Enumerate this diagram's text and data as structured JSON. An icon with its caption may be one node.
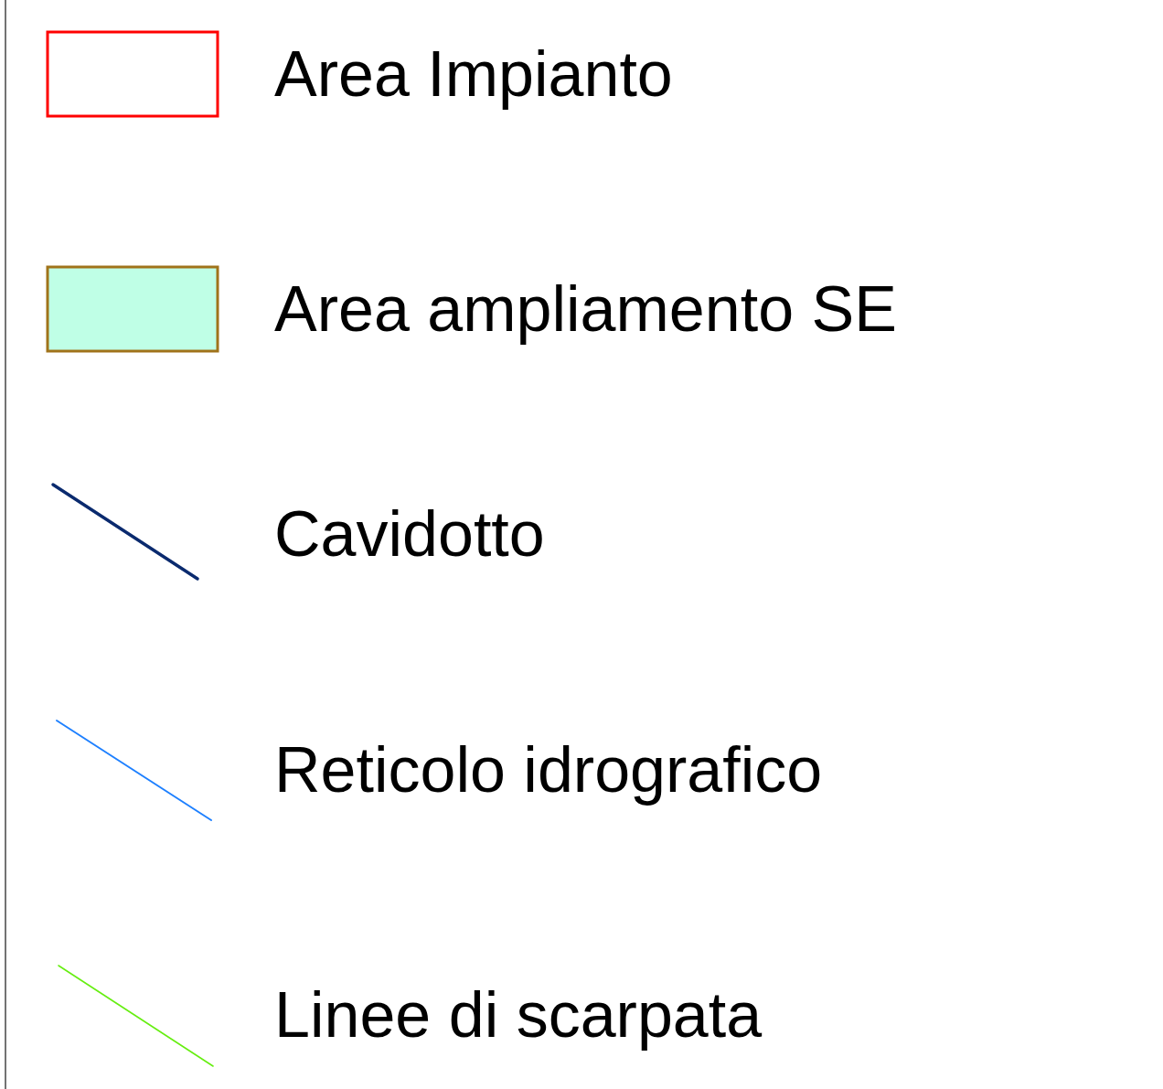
{
  "diagram": {
    "legend": [
      {
        "text": "Area Impianto"
      },
      {
        "text": "Area ampliamento SE",
        "color": "#bfffe6"
      },
      {
        "text": "Cavidotto"
      },
      {
        "text": "Reticolo idrografico"
      },
      {
        "text": "Linee di scarpata"
      }
    ]
  }
}
